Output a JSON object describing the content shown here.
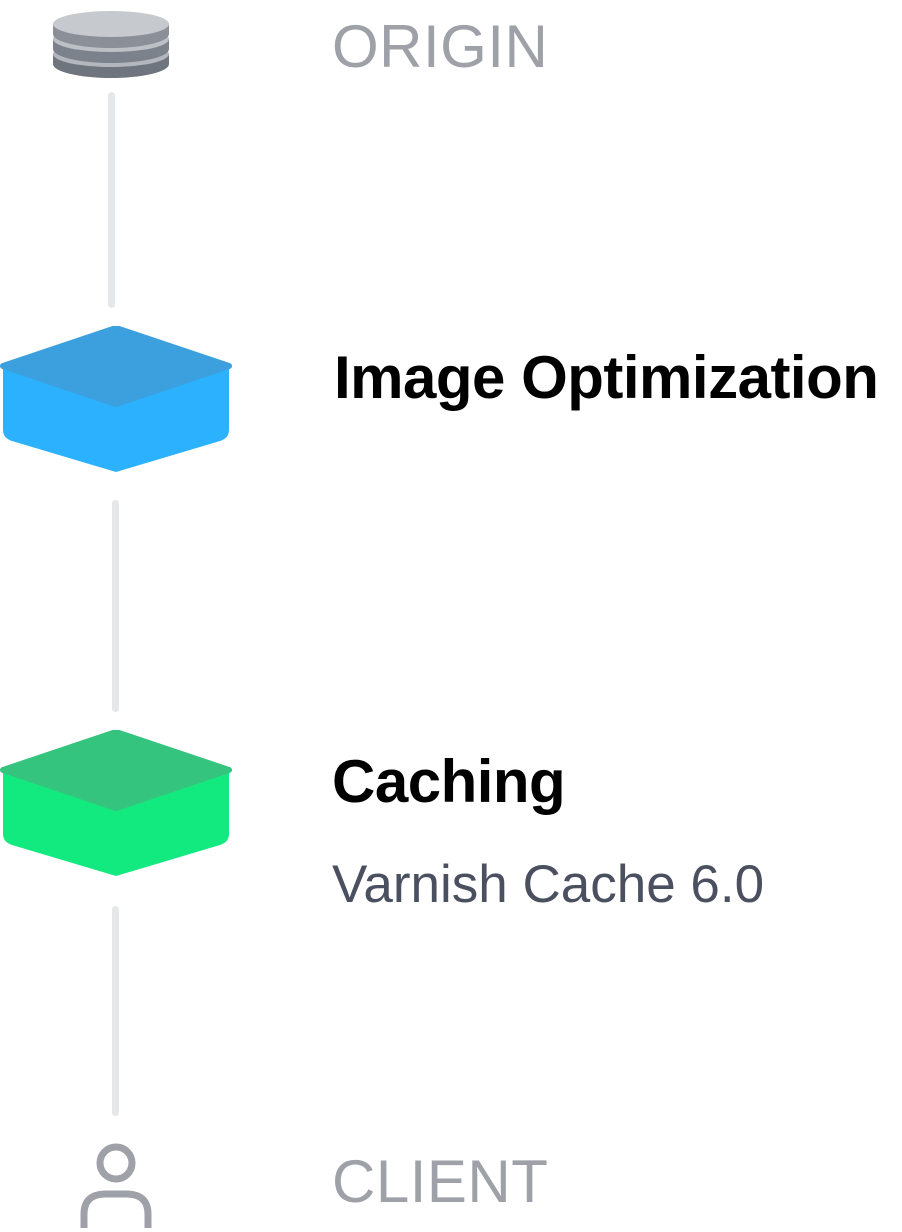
{
  "colors": {
    "origin_icon": "#8e939b",
    "image_optimization_top": "#3ba0dd",
    "image_optimization_side": "#2cb1ff",
    "caching_top": "#34c47e",
    "caching_side": "#12ea80",
    "connector": "#e6e7e9",
    "muted_label": "#9ea1a8",
    "subtitle": "#4b5060"
  },
  "nodes": [
    {
      "id": "origin",
      "label": "ORIGIN",
      "icon": "database-icon"
    },
    {
      "id": "image-optimization",
      "label": "Image Optimization",
      "icon": "layer-icon"
    },
    {
      "id": "caching",
      "label": "Caching",
      "subtitle": "Varnish Cache 6.0",
      "icon": "layer-icon"
    },
    {
      "id": "client",
      "label": "CLIENT",
      "icon": "user-icon"
    }
  ]
}
